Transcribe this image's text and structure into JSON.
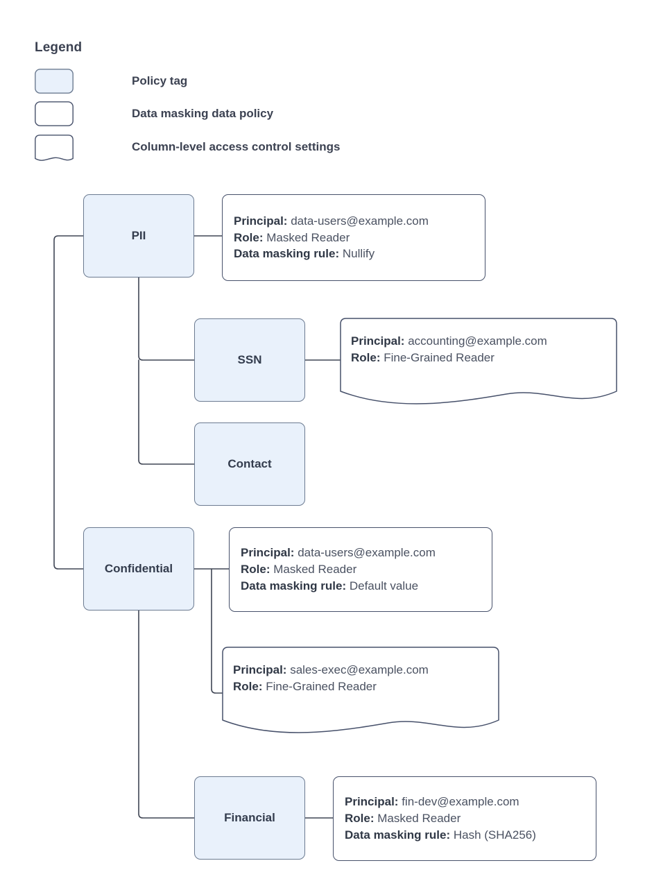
{
  "legend": {
    "title": "Legend",
    "items": [
      {
        "shape": "policy-tag-swatch",
        "label": "Policy tag"
      },
      {
        "shape": "data-masking-policy-swatch",
        "label": "Data masking data policy"
      },
      {
        "shape": "column-access-settings-swatch",
        "label": "Column-level access control settings"
      }
    ]
  },
  "colors": {
    "tag_fill": "#e9f1fb",
    "tag_stroke": "#6b7a90",
    "box_stroke": "#46506a",
    "text": "#3c4252",
    "wire": "#3f4554"
  },
  "nodes": {
    "pii": "PII",
    "ssn": "SSN",
    "contact": "Contact",
    "confidential": "Confidential",
    "financial": "Financial"
  },
  "labels": {
    "principal": "Principal:",
    "role": "Role:",
    "masking_rule": "Data masking rule:"
  },
  "policies": {
    "pii": {
      "principal": "data-users@example.com",
      "role": "Masked Reader",
      "masking_rule": "Nullify"
    },
    "ssn": {
      "principal": "accounting@example.com",
      "role": "Fine-Grained Reader"
    },
    "confidential_masking": {
      "principal": "data-users@example.com",
      "role": "Masked Reader",
      "masking_rule": "Default value"
    },
    "confidential_access": {
      "principal": "sales-exec@example.com",
      "role": "Fine-Grained Reader"
    },
    "financial": {
      "principal": "fin-dev@example.com",
      "role": "Masked Reader",
      "masking_rule": "Hash (SHA256)"
    }
  }
}
